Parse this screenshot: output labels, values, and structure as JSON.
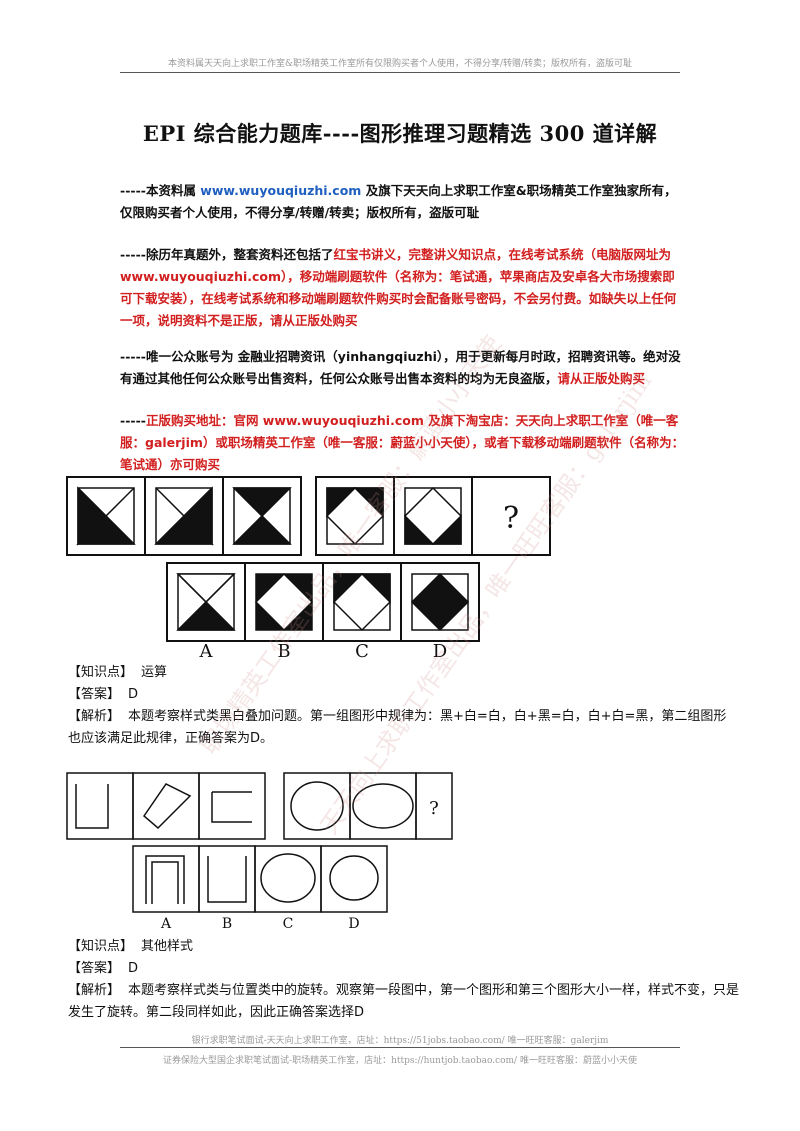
{
  "header": "本资料属天天向上求职工作室&职场精英工作室所有仅限购买者个人使用，不得分享/转赠/转卖；版权所有，盗版可耻",
  "title": "EPI 综合能力题库----图形推理习题精选 300 道详解",
  "intro": {
    "p1_a": "-----本资料属 ",
    "p1_url": "www.wuyouqiuzhi.com",
    "p1_b": " 及旗下天天向上求职工作室&职场精英工作室独家所有，仅限购买者个人使用，不得分享/转赠/转卖；版权所有，盗版可耻",
    "p2_a": "-----除历年真题外，整套资料还包括了",
    "p2_red": "红宝书讲义，完整讲义知识点，在线考试系统（电脑版网址为 www.wuyouqiuzhi.com），移动端刷题软件（名称为：笔试通，苹果商店及安卓各大市场搜索即可下载安装），在线考试系统和移动端刷题软件购买时会配备账号密码，不会另付费。如缺失以上任何一项，说明资料不是正版，请从正版处购买",
    "p3_a": "-----唯一公众账号为 金融业招聘资讯（yinhangqiuzhi），用于更新每月时政，招聘资讯等。绝对没有通过其他任何公众账号出售资料，任何公众账号出售本资料的均为无良盗版，",
    "p3_red": "请从正版处购买",
    "p4_a": "-----",
    "p4_red": "正版购买地址：官网 www.wuyouqiuzhi.com 及旗下淘宝店：天天向上求职工作室（唯一客服：galerjim）或职场精英工作室（唯一客服：蔚蓝小小天使），或者下载移动端刷题软件（名称为：笔试通）亦可购买"
  },
  "q1": {
    "qmark": "?",
    "options": [
      "A",
      "B",
      "C",
      "D"
    ],
    "knowledge_label": "【知识点】",
    "knowledge": "运算",
    "answer_label": "【答案】",
    "answer": "D",
    "analysis_label": "【解析】",
    "analysis": "本题考察样式类黑白叠加问题。第一组图形中规律为：黑+白=白，白+黑=白，白+白=黑，第二组图形也应该满足此规律，正确答案为D。"
  },
  "q2": {
    "qmark": "?",
    "options": [
      "A",
      "B",
      "C",
      "D"
    ],
    "knowledge_label": "【知识点】",
    "knowledge": "其他样式",
    "answer_label": "【答案】",
    "answer": "D",
    "analysis_label": "【解析】",
    "analysis": "本题考察样式类与位置类中的旋转。观察第一段图中，第一个图形和第三个图形大小一样，样式不变，只是发生了旋转。第二段同样如此，因此正确答案选择D"
  },
  "footer1": "银行求职笔试面试-天天向上求职工作室，店址：https://51jobs.taobao.com/ 唯一旺旺客服：galerjim",
  "footer2": "证券保险大型国企求职笔试面试-职场精英工作室，店址：https://huntjob.taobao.com/ 唯一旺旺客服：蔚蓝小小天使",
  "watermarks": [
    "职场精英工作室出品，唯一客服：蔚蓝小小天使",
    "天天向上求职工作室出品，唯一旺旺客服：galerjim"
  ]
}
